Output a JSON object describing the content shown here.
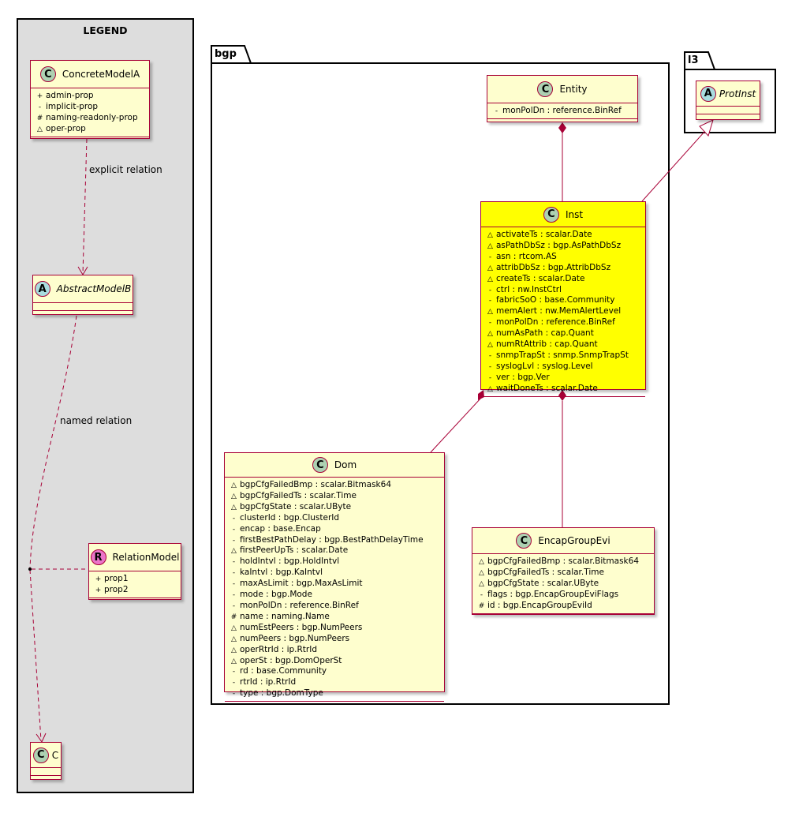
{
  "legend": {
    "title": "LEGEND",
    "concrete": {
      "name": "ConcreteModelA",
      "badge": "C",
      "props": [
        {
          "v": "+",
          "t": "admin-prop"
        },
        {
          "v": "-",
          "t": "implicit-prop"
        },
        {
          "v": "#",
          "t": "naming-readonly-prop"
        },
        {
          "v": "△",
          "t": "oper-prop"
        }
      ]
    },
    "abstract": {
      "name": "AbstractModelB",
      "badge": "A"
    },
    "relation": {
      "name": "RelationModel",
      "badge": "R",
      "props": [
        {
          "v": "+",
          "t": "prop1"
        },
        {
          "v": "+",
          "t": "prop2"
        }
      ]
    },
    "c": {
      "name": "C",
      "badge": "C"
    },
    "explicit_label": "explicit relation",
    "named_label": "named relation"
  },
  "bgp_package": {
    "title": "bgp"
  },
  "l3_package": {
    "title": "l3"
  },
  "classes": {
    "entity": {
      "name": "Entity",
      "badge": "C",
      "props": [
        {
          "v": "-",
          "t": "monPolDn : reference.BinRef"
        }
      ]
    },
    "inst": {
      "name": "Inst",
      "badge": "C",
      "props": [
        {
          "v": "△",
          "t": "activateTs : scalar.Date"
        },
        {
          "v": "△",
          "t": "asPathDbSz : bgp.AsPathDbSz"
        },
        {
          "v": "-",
          "t": "asn : rtcom.AS"
        },
        {
          "v": "△",
          "t": "attribDbSz : bgp.AttribDbSz"
        },
        {
          "v": "△",
          "t": "createTs : scalar.Date"
        },
        {
          "v": "-",
          "t": "ctrl : nw.InstCtrl"
        },
        {
          "v": "-",
          "t": "fabricSoO : base.Community"
        },
        {
          "v": "△",
          "t": "memAlert : nw.MemAlertLevel"
        },
        {
          "v": "-",
          "t": "monPolDn : reference.BinRef"
        },
        {
          "v": "△",
          "t": "numAsPath : cap.Quant"
        },
        {
          "v": "△",
          "t": "numRtAttrib : cap.Quant"
        },
        {
          "v": "-",
          "t": "snmpTrapSt : snmp.SnmpTrapSt"
        },
        {
          "v": "-",
          "t": "syslogLvl : syslog.Level"
        },
        {
          "v": "-",
          "t": "ver : bgp.Ver"
        },
        {
          "v": "△",
          "t": "waitDoneTs : scalar.Date"
        }
      ]
    },
    "dom": {
      "name": "Dom",
      "badge": "C",
      "props": [
        {
          "v": "△",
          "t": "bgpCfgFailedBmp : scalar.Bitmask64"
        },
        {
          "v": "△",
          "t": "bgpCfgFailedTs : scalar.Time"
        },
        {
          "v": "△",
          "t": "bgpCfgState : scalar.UByte"
        },
        {
          "v": "-",
          "t": "clusterId : bgp.ClusterId"
        },
        {
          "v": "-",
          "t": "encap : base.Encap"
        },
        {
          "v": "-",
          "t": "firstBestPathDelay : bgp.BestPathDelayTime"
        },
        {
          "v": "△",
          "t": "firstPeerUpTs : scalar.Date"
        },
        {
          "v": "-",
          "t": "holdIntvl : bgp.HoldIntvl"
        },
        {
          "v": "-",
          "t": "kaIntvl : bgp.KaIntvl"
        },
        {
          "v": "-",
          "t": "maxAsLimit : bgp.MaxAsLimit"
        },
        {
          "v": "-",
          "t": "mode : bgp.Mode"
        },
        {
          "v": "-",
          "t": "monPolDn : reference.BinRef"
        },
        {
          "v": "#",
          "t": "name : naming.Name"
        },
        {
          "v": "△",
          "t": "numEstPeers : bgp.NumPeers"
        },
        {
          "v": "△",
          "t": "numPeers : bgp.NumPeers"
        },
        {
          "v": "△",
          "t": "operRtrId : ip.RtrId"
        },
        {
          "v": "△",
          "t": "operSt : bgp.DomOperSt"
        },
        {
          "v": "-",
          "t": "rd : base.Community"
        },
        {
          "v": "-",
          "t": "rtrId : ip.RtrId"
        },
        {
          "v": "-",
          "t": "type : bgp.DomType"
        }
      ]
    },
    "encap": {
      "name": "EncapGroupEvi",
      "badge": "C",
      "props": [
        {
          "v": "△",
          "t": "bgpCfgFailedBmp : scalar.Bitmask64"
        },
        {
          "v": "△",
          "t": "bgpCfgFailedTs : scalar.Time"
        },
        {
          "v": "△",
          "t": "bgpCfgState : scalar.UByte"
        },
        {
          "v": "-",
          "t": "flags : bgp.EncapGroupEviFlags"
        },
        {
          "v": "#",
          "t": "id : bgp.EncapGroupEviId"
        }
      ]
    },
    "protinst": {
      "name": "ProtInst",
      "badge": "A"
    }
  },
  "colors": {
    "class_fill": "#FEFECE",
    "highlight_fill": "#FFFF00",
    "border": "#A80036",
    "legend_bg": "#DDDDDD",
    "badge_class": "#ADD1B2",
    "badge_abstract": "#A9DCDF",
    "badge_relation": "#EB74C9"
  }
}
